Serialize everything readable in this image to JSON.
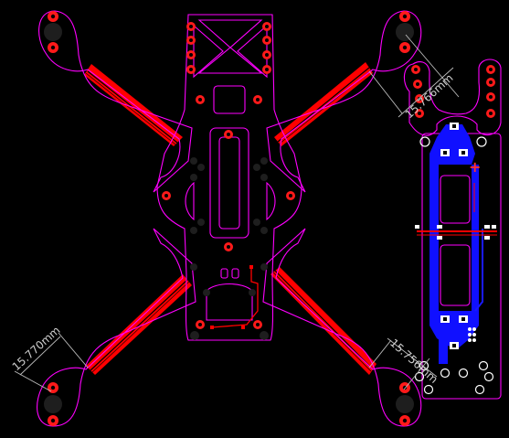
{
  "viewer": {
    "background": "#000000",
    "colors": {
      "outline": "#ff00ff",
      "mounting_hole": "#ff1a1a",
      "top_copper": "#ff0000",
      "bottom_copper": "#1010ff",
      "pad": "#ffffff",
      "dimension": "#bdbdbd"
    }
  },
  "dimensions": {
    "top_right": "15.766mm",
    "bottom_left": "15.770mm",
    "bottom_right": "15.756mm"
  },
  "silkscreen": {
    "plus_marker": "+"
  }
}
